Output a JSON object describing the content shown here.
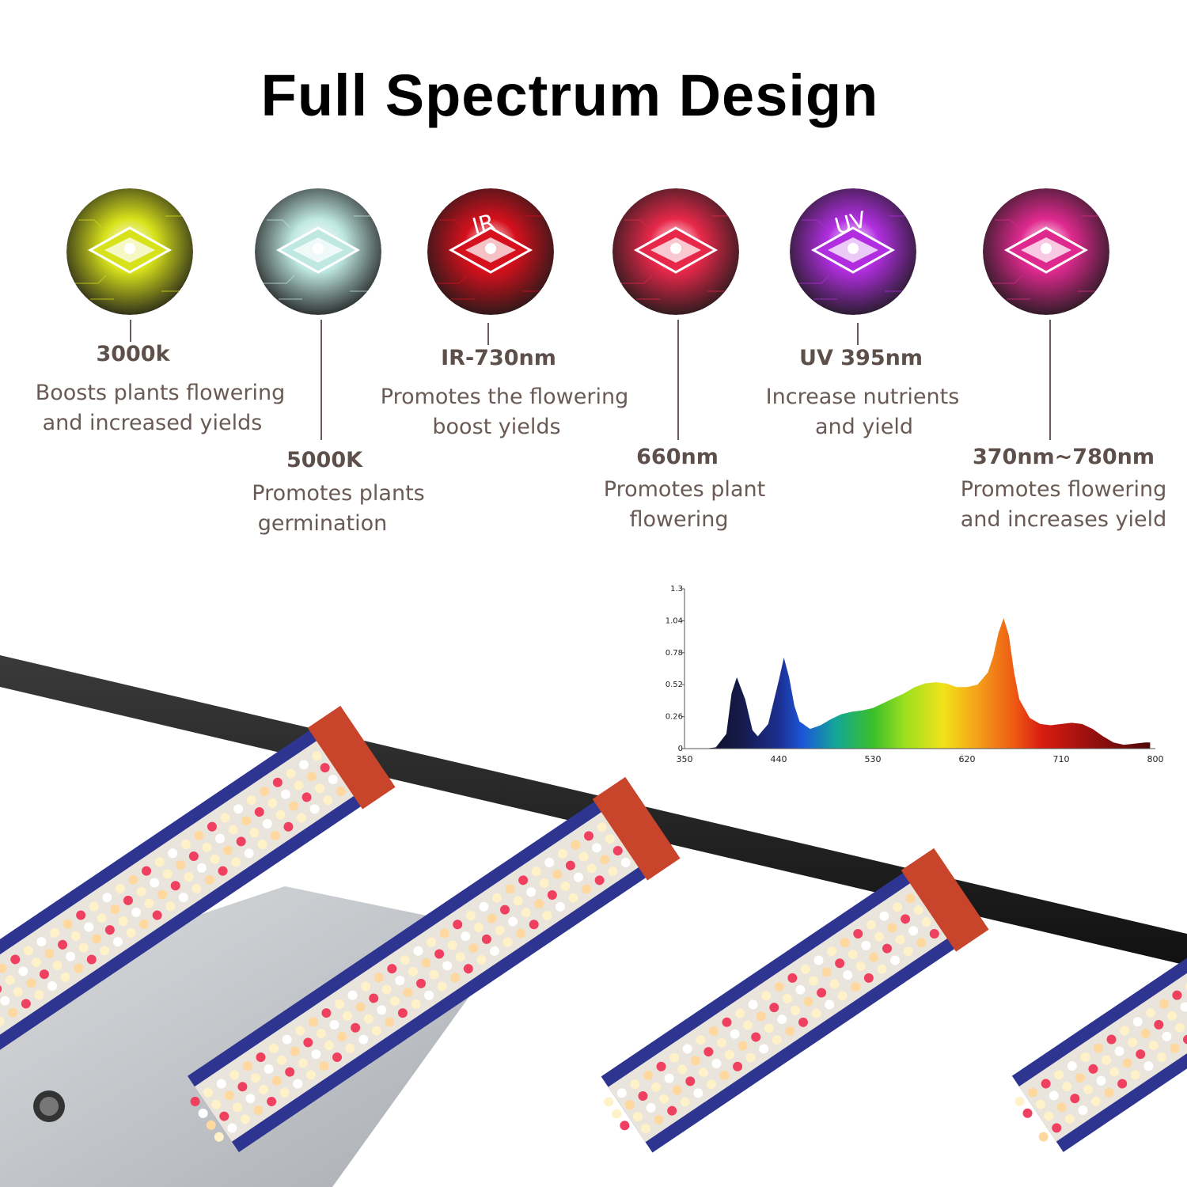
{
  "title": "Full Spectrum Design",
  "features": [
    {
      "heading": "3000k",
      "line1": "Boosts plants flowering",
      "line2": "and increased yields",
      "color": "#d8e21a",
      "chip_label": ""
    },
    {
      "heading": "5000K",
      "line1": "Promotes plants",
      "line2": "germination",
      "color": "#bfe8e2",
      "chip_label": ""
    },
    {
      "heading": "IR-730nm",
      "line1": "Promotes the flowering",
      "line2": "boost yields",
      "color": "#d6101c",
      "chip_label": "IR"
    },
    {
      "heading": "660nm",
      "line1": "Promotes plant",
      "line2": "flowering",
      "color": "#e8284a",
      "chip_label": ""
    },
    {
      "heading": "UV 395nm",
      "line1": "Increase nutrients",
      "line2": "and yield",
      "color": "#b12ee0",
      "chip_label": "UV"
    },
    {
      "heading": "370nm~780nm",
      "line1": "Promotes flowering",
      "line2": "and increases yield",
      "color": "#e0298f",
      "chip_label": ""
    }
  ],
  "chart_data": {
    "type": "area",
    "title": "",
    "xlabel": "",
    "ylabel": "",
    "xlim": [
      350,
      800
    ],
    "ylim": [
      0,
      1.3
    ],
    "x_ticks": [
      "350",
      "440",
      "530",
      "620",
      "710",
      "800"
    ],
    "y_ticks": [
      "0",
      "0.26",
      "0.52",
      "0.78",
      "1.04",
      "1.3"
    ],
    "grid": false,
    "x": [
      350,
      370,
      380,
      390,
      395,
      400,
      408,
      415,
      420,
      430,
      440,
      445,
      450,
      455,
      460,
      470,
      480,
      490,
      500,
      510,
      520,
      530,
      540,
      550,
      560,
      570,
      580,
      590,
      600,
      610,
      620,
      630,
      640,
      645,
      650,
      655,
      660,
      665,
      670,
      680,
      690,
      700,
      710,
      720,
      730,
      740,
      750,
      760,
      770,
      780,
      790,
      795
    ],
    "values": [
      0,
      0,
      0.01,
      0.12,
      0.45,
      0.58,
      0.4,
      0.15,
      0.1,
      0.2,
      0.55,
      0.74,
      0.58,
      0.35,
      0.22,
      0.16,
      0.19,
      0.24,
      0.28,
      0.3,
      0.31,
      0.33,
      0.37,
      0.41,
      0.45,
      0.5,
      0.53,
      0.54,
      0.53,
      0.5,
      0.5,
      0.52,
      0.62,
      0.75,
      0.94,
      1.06,
      0.92,
      0.62,
      0.4,
      0.25,
      0.2,
      0.19,
      0.2,
      0.21,
      0.2,
      0.16,
      0.1,
      0.05,
      0.03,
      0.04,
      0.05,
      0.05
    ]
  }
}
